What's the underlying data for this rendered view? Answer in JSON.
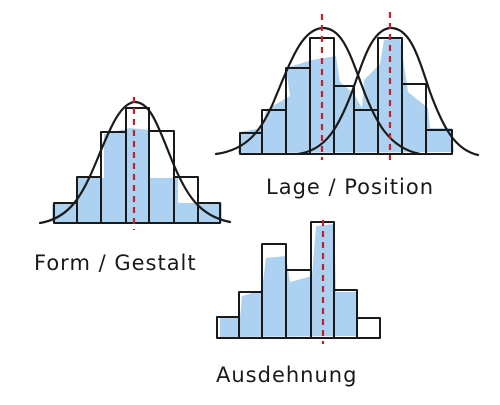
{
  "colors": {
    "ink": "#1a1a1a",
    "fill": "#9ec9ef",
    "mean_line": "#c0222c",
    "background": "#ffffff"
  },
  "panels": [
    {
      "id": "form",
      "caption": "Form / Gestalt"
    },
    {
      "id": "lage",
      "caption": "Lage / Position"
    },
    {
      "id": "ausdehnung",
      "caption": "Ausdehnung"
    }
  ]
}
